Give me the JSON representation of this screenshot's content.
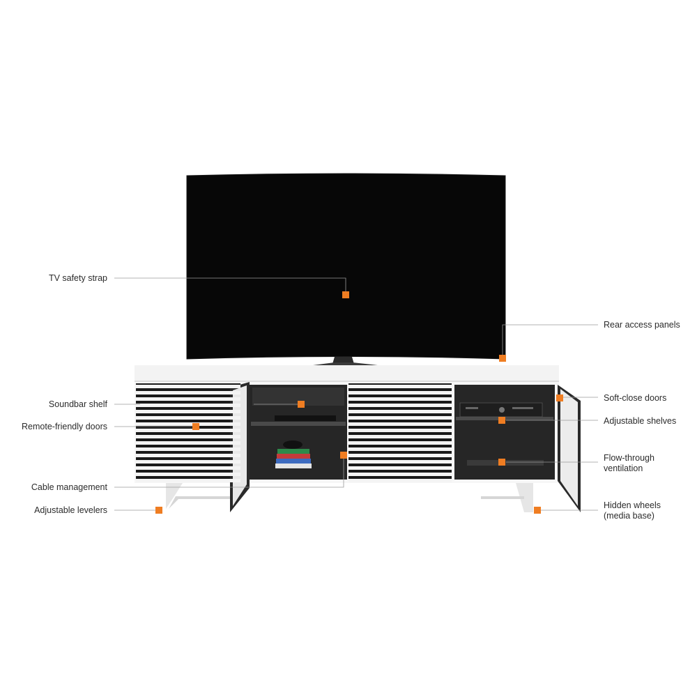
{
  "accent_color": "#ef7d22",
  "callouts": {
    "tv_safety_strap": "TV safety strap",
    "rear_access_panels": "Rear access panels",
    "soundbar_shelf": "Soundbar shelf",
    "remote_friendly_doors": "Remote-friendly doors",
    "cable_management": "Cable management",
    "adjustable_levelers": "Adjustable levelers",
    "soft_close_doors": "Soft-close doors",
    "adjustable_shelves": "Adjustable shelves",
    "flow_through_ventilation_1": "Flow-through",
    "flow_through_ventilation_2": "ventilation",
    "hidden_wheels_1": "Hidden wheels",
    "hidden_wheels_2": "(media base)"
  },
  "icons": {
    "hotspot": "orange-square-marker",
    "tv": "curved-tv-icon",
    "console": "media-console-icon",
    "remote": "remote-control-icon",
    "receiver": "av-receiver-icon"
  }
}
